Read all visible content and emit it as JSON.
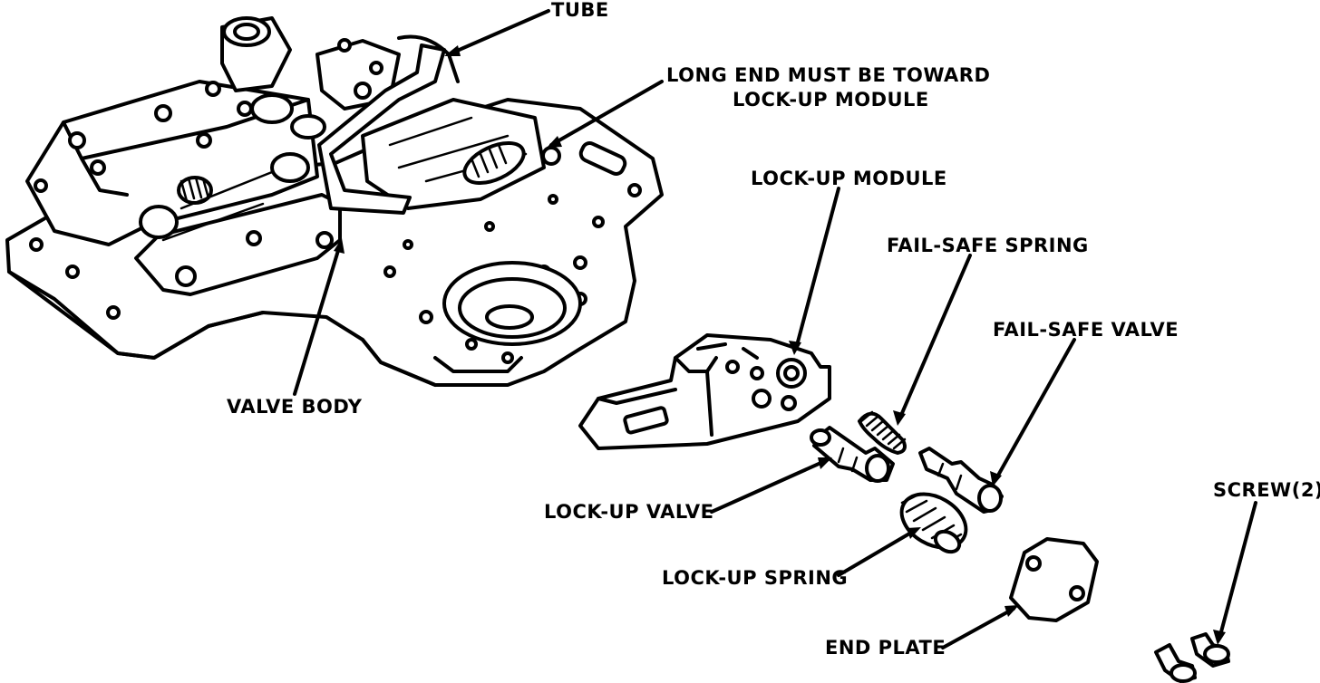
{
  "labels": {
    "tube": "TUBE",
    "long_end_line1": "LONG END MUST BE TOWARD",
    "long_end_line2": "LOCK-UP MODULE",
    "lockup_module": "LOCK-UP MODULE",
    "failsafe_spring": "FAIL-SAFE SPRING",
    "failsafe_valve": "FAIL-SAFE VALVE",
    "valve_body": "VALVE BODY",
    "lockup_valve": "LOCK-UP VALVE",
    "lockup_spring": "LOCK-UP SPRING",
    "end_plate": "END PLATE",
    "screw": "SCREW(2)"
  }
}
